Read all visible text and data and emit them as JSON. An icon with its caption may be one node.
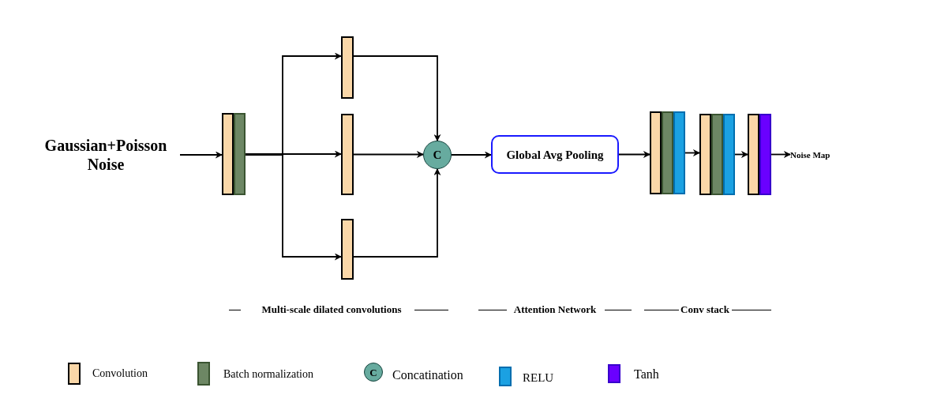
{
  "diagram": {
    "nodes": [
      {
        "text": [
          "Gaussian+Poisson Noise"
        ]
      },
      {
        "text": [],
        "shape": "bar"
      },
      {
        "text": [],
        "shape": "bar"
      },
      {
        "text": [],
        "shape": "bar"
      },
      {
        "text": [],
        "shape": "bar"
      },
      {
        "text": [
          "C"
        ]
      },
      {
        "text": [
          "Global Avg Pooling"
        ]
      },
      {
        "text": [],
        "shape": "bar"
      },
      {
        "text": [],
        "shape": "bar"
      },
      {
        "text": [],
        "shape": "bar"
      },
      {
        "text": [
          "Noise Map"
        ]
      }
    ],
    "edges": [
      {
        "from": 0,
        "to": 1,
        "arrow": "to"
      },
      {
        "from": 1,
        "to": 2,
        "arrow": "to"
      },
      {
        "from": 1,
        "to": 3,
        "arrow": "to"
      },
      {
        "from": 1,
        "to": 4,
        "arrow": "to"
      },
      {
        "from": 2,
        "to": 5,
        "arrow": "to"
      },
      {
        "from": 3,
        "to": 5,
        "arrow": "to"
      },
      {
        "from": 4,
        "to": 5,
        "arrow": "to"
      },
      {
        "from": 5,
        "to": 6,
        "arrow": "to"
      },
      {
        "from": 6,
        "to": 7,
        "arrow": "to"
      },
      {
        "from": 7,
        "to": 8,
        "arrow": "to"
      },
      {
        "from": 8,
        "to": 9,
        "arrow": "to"
      },
      {
        "from": 9,
        "to": 10,
        "arrow": "to"
      }
    ],
    "labels": [
      "Multi-scale dilated convolutions",
      "Attention Network",
      "Conv stack",
      "C"
    ],
    "legend": [
      {
        "text": "Convolution",
        "color": "#fad7a8"
      },
      {
        "text": "Batch normalization",
        "color": "#6d8764"
      },
      {
        "text": "Concatination",
        "color": "#67ab9f"
      },
      {
        "text": "RELU",
        "color": "#1ba1e2"
      },
      {
        "text": "Tanh",
        "color": "#6a00ff"
      }
    ]
  }
}
